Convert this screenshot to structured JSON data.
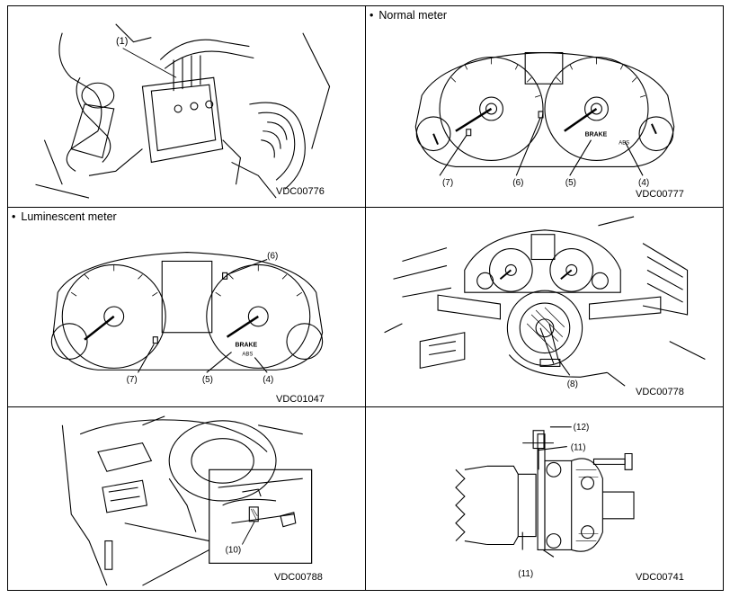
{
  "panels": [
    {
      "id": "p1",
      "code": "VDC00776",
      "callouts": [
        "(1)"
      ]
    },
    {
      "id": "p2",
      "bullet": "•",
      "title": "Normal meter",
      "code": "VDC00777",
      "callouts": [
        "(7)",
        "(6)",
        "(5)",
        "(4)"
      ],
      "indicators": {
        "brake": "BRAKE",
        "abs": "ABS"
      }
    },
    {
      "id": "p3",
      "bullet": "•",
      "title": "Luminescent meter",
      "code": "VDC01047",
      "callouts": [
        "(6)",
        "(7)",
        "(5)",
        "(4)"
      ],
      "indicators": {
        "brake": "BRAKE",
        "abs": "ABS"
      }
    },
    {
      "id": "p4",
      "code": "VDC00778",
      "callouts": [
        "(8)"
      ]
    },
    {
      "id": "p5",
      "code": "VDC00788",
      "callouts": [
        "(10)"
      ]
    },
    {
      "id": "p6",
      "code": "VDC00741",
      "callouts": [
        "(12)",
        "(11)",
        "(11)"
      ]
    }
  ]
}
